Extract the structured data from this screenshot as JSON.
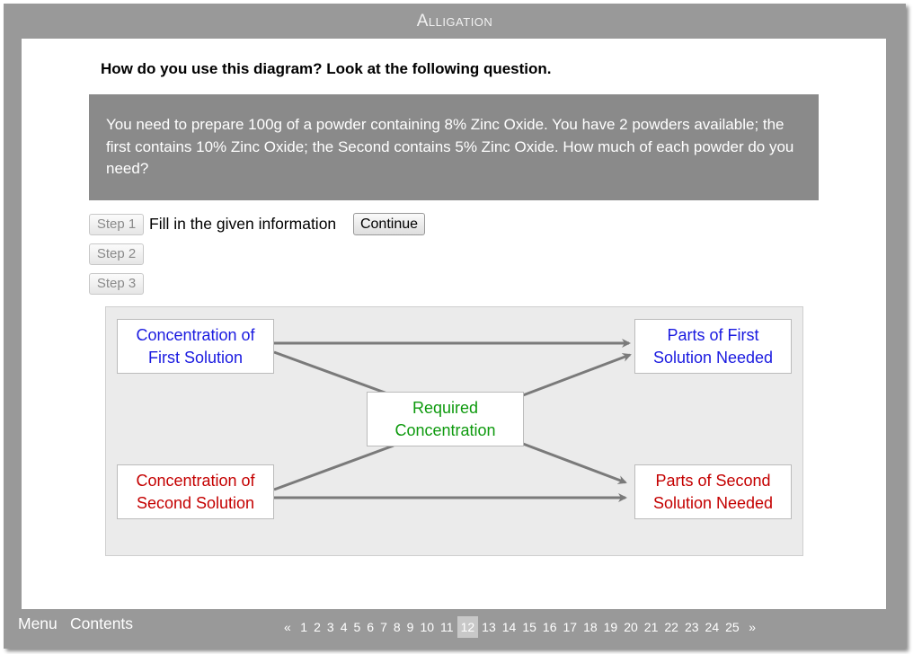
{
  "window": {
    "title": "Alligation"
  },
  "content": {
    "heading": "How do you use this diagram? Look at the following question.",
    "question": "You need to prepare 100g of a powder containing 8% Zinc Oxide. You have 2 powders available; the first contains 10% Zinc Oxide; the Second contains 5% Zinc Oxide. How much of each powder do you need?",
    "steps": [
      {
        "label": "Step 1",
        "text": "Fill in the given information",
        "continue_label": "Continue"
      },
      {
        "label": "Step 2"
      },
      {
        "label": "Step 3"
      }
    ]
  },
  "diagram": {
    "first_concentration": [
      "Concentration of",
      "First Solution"
    ],
    "second_concentration": [
      "Concentration of",
      "Second Solution"
    ],
    "required": [
      "Required",
      "Concentration"
    ],
    "first_parts": [
      "Parts of First",
      "Solution Needed"
    ],
    "second_parts": [
      "Parts of Second",
      "Solution Needed"
    ],
    "colors": {
      "first": "#1a1ae0",
      "second": "#c40000",
      "required": "#0e9a0e",
      "arrow": "#7a7a7a"
    }
  },
  "footer": {
    "menu_label": "Menu",
    "contents_label": "Contents",
    "prev_label": "«",
    "next_label": "»",
    "pages": [
      "1",
      "2",
      "3",
      "4",
      "5",
      "6",
      "7",
      "8",
      "9",
      "10",
      "11",
      "12",
      "13",
      "14",
      "15",
      "16",
      "17",
      "18",
      "19",
      "20",
      "21",
      "22",
      "23",
      "24",
      "25"
    ],
    "current_page": "12"
  }
}
